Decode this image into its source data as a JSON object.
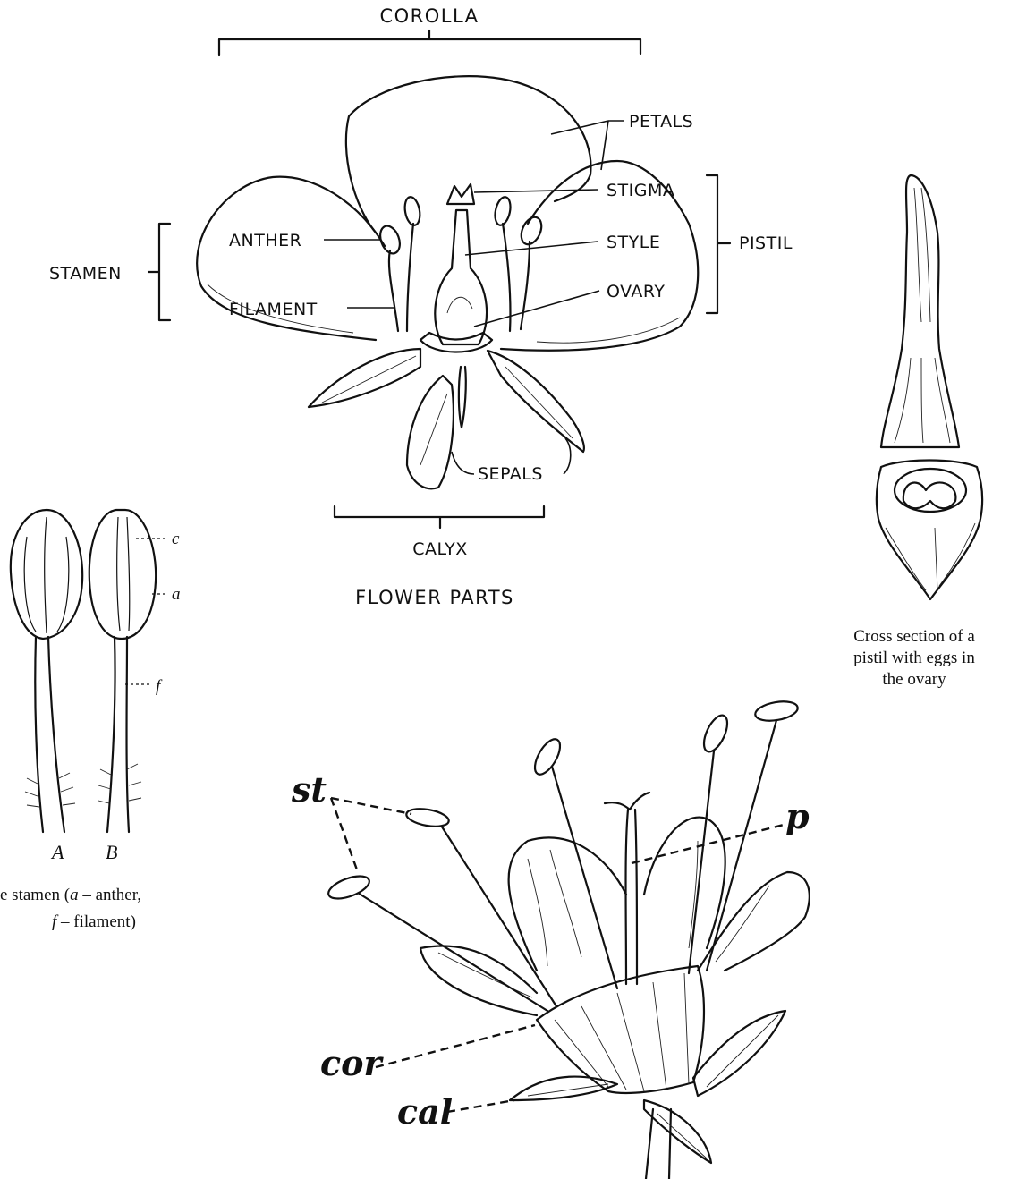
{
  "flower_parts": {
    "corolla": "COROLLA",
    "petals": "PETALS",
    "stigma": "STIGMA",
    "style": "STYLE",
    "ovary": "OVARY",
    "pistil": "PISTIL",
    "anther": "ANTHER",
    "filament": "FILAMENT",
    "stamen": "STAMEN",
    "sepals": "SEPALS",
    "calyx": "CALYX",
    "title": "FLOWER PARTS"
  },
  "stamen_figure": {
    "label_c": "c",
    "label_a": "a",
    "label_f": "f",
    "label_A": "A",
    "label_B": "B",
    "caption_line1_prefix": "e stamen (",
    "caption_line1_a": "a",
    "caption_line1_suffix": " – anther,",
    "caption_line2_f": "f",
    "caption_line2_suffix": " – filament)"
  },
  "pistil_figure": {
    "caption_line1": "Cross section of a",
    "caption_line2": "pistil with eggs in",
    "caption_line3": "the ovary"
  },
  "lily_figure": {
    "st": "st",
    "p": "p",
    "cor": "cor",
    "cal": "cal"
  }
}
